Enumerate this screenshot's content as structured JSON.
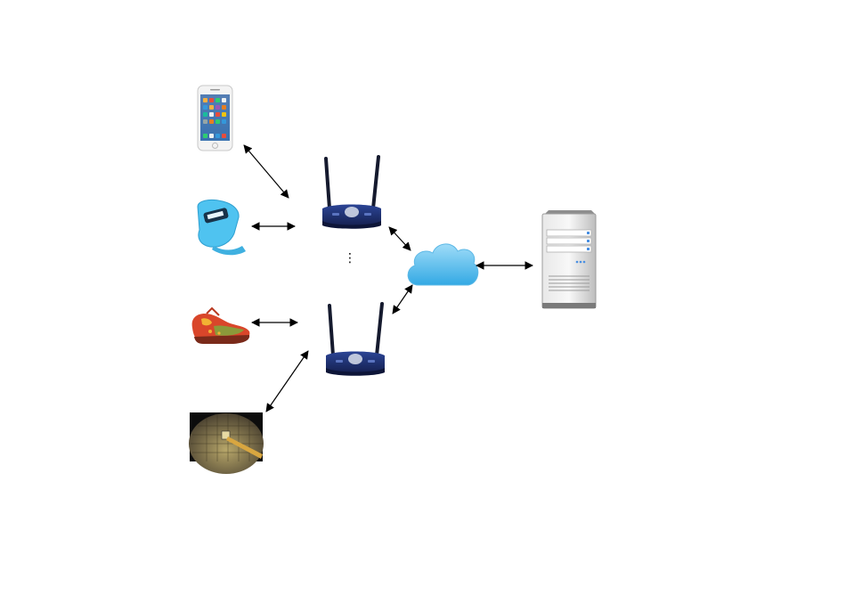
{
  "nodes": [
    {
      "id": "smartphone",
      "icon": "smartphone-icon"
    },
    {
      "id": "fitness-band",
      "icon": "fitness-band-icon"
    },
    {
      "id": "smart-shoe",
      "icon": "smart-shoe-icon"
    },
    {
      "id": "chip-wafer",
      "icon": "chip-wafer-icon"
    },
    {
      "id": "router-top",
      "icon": "wireless-router-icon"
    },
    {
      "id": "router-bottom",
      "icon": "wireless-router-icon"
    },
    {
      "id": "cloud",
      "icon": "cloud-icon"
    },
    {
      "id": "server",
      "icon": "server-icon"
    }
  ],
  "edges": [
    {
      "from": "smartphone",
      "to": "router-top",
      "direction": "bidirectional"
    },
    {
      "from": "fitness-band",
      "to": "router-top",
      "direction": "bidirectional"
    },
    {
      "from": "smart-shoe",
      "to": "router-bottom",
      "direction": "bidirectional"
    },
    {
      "from": "chip-wafer",
      "to": "router-bottom",
      "direction": "bidirectional"
    },
    {
      "from": "router-top",
      "to": "cloud",
      "direction": "bidirectional"
    },
    {
      "from": "router-bottom",
      "to": "cloud",
      "direction": "bidirectional"
    },
    {
      "from": "cloud",
      "to": "server",
      "direction": "bidirectional"
    }
  ],
  "ellipsis": "⋮",
  "colors": {
    "arrow": "#000000",
    "router_body": "#1e2f6e",
    "cloud": "#5cc3f2",
    "band": "#4fc3f0",
    "shoe": "#d9462a",
    "server": "#c9c9c9"
  }
}
